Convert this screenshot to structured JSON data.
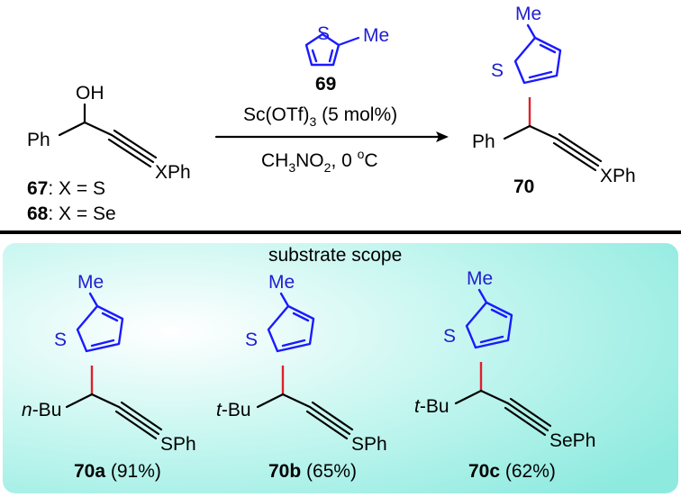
{
  "reaction": {
    "reagent_S": "S",
    "reagent_Me": "Me",
    "reagent_number": "69",
    "catalyst_main": "Sc(OTf)",
    "catalyst_sub": "3",
    "catalyst_rest": " (5 mol%)",
    "solvent_main": "CH",
    "solvent_sub1": "3",
    "solvent_mid": "NO",
    "solvent_sub2": "2",
    "solvent_rest": ", 0 ",
    "solvent_sup": "o",
    "solvent_end": "C",
    "sm_OH": "OH",
    "sm_Ph": "Ph",
    "sm_XPh": "XPh",
    "sm_label1_num": "67",
    "sm_label1_rest": ": X = S",
    "sm_label2_num": "68",
    "sm_label2_rest": ": X = Se",
    "prod_Me": "Me",
    "prod_S": "S",
    "prod_Ph": "Ph",
    "prod_XPh": "XPh",
    "prod_number": "70"
  },
  "scope": {
    "title": "substrate scope",
    "items": [
      {
        "Me": "Me",
        "S": "S",
        "alkyl_prefix": "n",
        "alkyl_rest": "-Bu",
        "terminal": "SPh",
        "label": "70a",
        "yield": " (91%)"
      },
      {
        "Me": "Me",
        "S": "S",
        "alkyl_prefix": "t",
        "alkyl_rest": "-Bu",
        "terminal": "SPh",
        "label": "70b",
        "yield": " (65%)"
      },
      {
        "Me": "Me",
        "S": "S",
        "alkyl_prefix": "t",
        "alkyl_rest": "-Bu",
        "terminal": "SePh",
        "label": "70c",
        "yield": " (62%)"
      }
    ]
  },
  "colors": {
    "ring": "#1a1aff",
    "new_bond": "#e0202a",
    "panel_start": "#9ff0e6",
    "panel_end": "#ffffff"
  }
}
